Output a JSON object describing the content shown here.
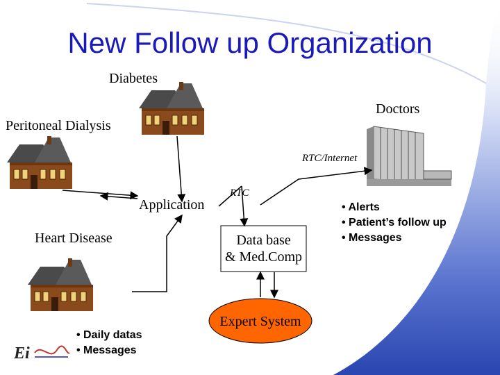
{
  "title": "New Follow up Organization",
  "nodes": {
    "diabetes": "Diabetes",
    "doctors": "Doctors",
    "peritoneal_dialysis": "Peritoneal Dialysis",
    "rtc_internet": "RTC/Internet",
    "application": "Application",
    "rtc": "RTC",
    "heart_disease": "Heart Disease",
    "database_line1": "Data base",
    "database_line2": "& Med.Comp",
    "expert_system": "Expert System"
  },
  "doctor_bullets": [
    "Alerts",
    "Patient’s follow up",
    "Messages"
  ],
  "patient_bullets": [
    "Daily datas",
    "Messages"
  ],
  "colors": {
    "title": "#1a1ab8",
    "gradient_blue": "#2a45b0",
    "house_wall": "#8a4a1c",
    "house_roof": "#4a4a4a"
  },
  "icons": {
    "house": "house-icon",
    "hospital": "hospital-building-icon",
    "logo": "logo-mark"
  }
}
